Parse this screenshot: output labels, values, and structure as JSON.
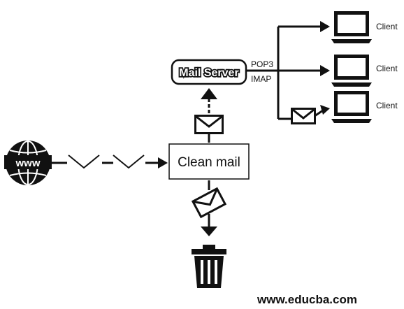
{
  "diagram": {
    "mail_server_label": "Mail Server",
    "protocol_pop3": "POP3",
    "protocol_imap": "IMAP",
    "clean_mail_label": "Clean mail",
    "www_label": "www",
    "clients": [
      "Client",
      "Client",
      "Client"
    ],
    "footer_url": "www.educba.com"
  },
  "icons": [
    "globe-icon",
    "envelope-icon",
    "laptop-icon",
    "trash-icon"
  ],
  "colors": {
    "stroke": "#111111",
    "background": "#ffffff"
  }
}
